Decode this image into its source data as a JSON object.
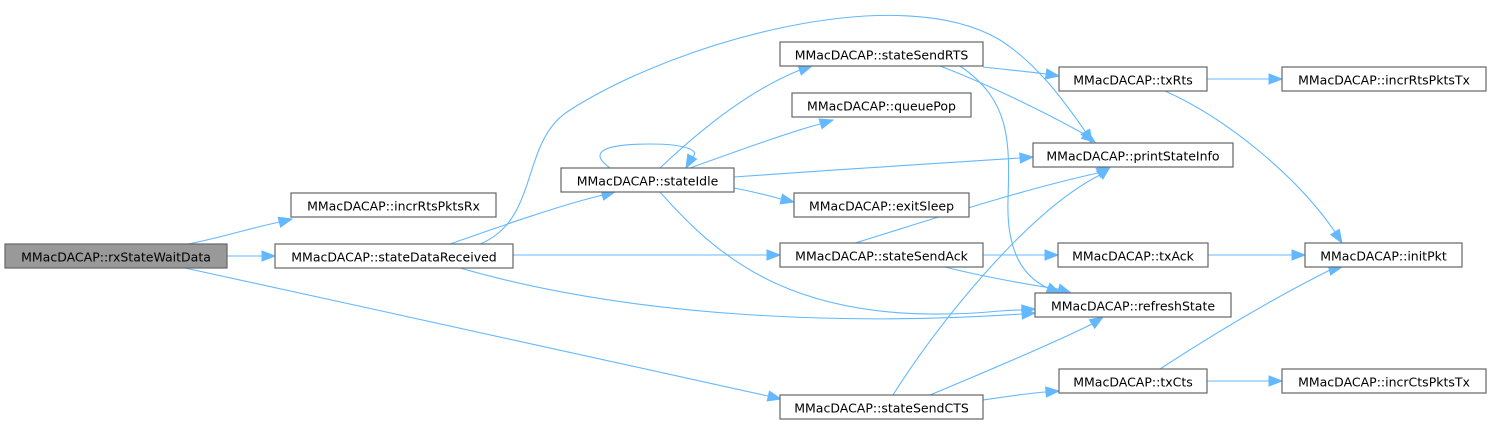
{
  "diagram": {
    "type": "call-graph",
    "edge_color": "#63b8ff",
    "root_fill": "#999999",
    "node_border": "#666666",
    "nodes": [
      {
        "id": "rxStateWaitData",
        "label": "MMacDACAP::rxStateWaitData",
        "root": true
      },
      {
        "id": "incrRtsPktsRx",
        "label": "MMacDACAP::incrRtsPktsRx"
      },
      {
        "id": "stateDataReceived",
        "label": "MMacDACAP::stateDataReceived"
      },
      {
        "id": "stateIdle",
        "label": "MMacDACAP::stateIdle"
      },
      {
        "id": "stateSendRTS",
        "label": "MMacDACAP::stateSendRTS"
      },
      {
        "id": "queuePop",
        "label": "MMacDACAP::queuePop"
      },
      {
        "id": "exitSleep",
        "label": "MMacDACAP::exitSleep"
      },
      {
        "id": "stateSendAck",
        "label": "MMacDACAP::stateSendAck"
      },
      {
        "id": "stateSendCTS",
        "label": "MMacDACAP::stateSendCTS"
      },
      {
        "id": "txRts",
        "label": "MMacDACAP::txRts"
      },
      {
        "id": "printStateInfo",
        "label": "MMacDACAP::printStateInfo"
      },
      {
        "id": "txAck",
        "label": "MMacDACAP::txAck"
      },
      {
        "id": "refreshState",
        "label": "MMacDACAP::refreshState"
      },
      {
        "id": "txCts",
        "label": "MMacDACAP::txCts"
      },
      {
        "id": "incrRtsPktsTx",
        "label": "MMacDACAP::incrRtsPktsTx"
      },
      {
        "id": "initPkt",
        "label": "MMacDACAP::initPkt"
      },
      {
        "id": "incrCtsPktsTx",
        "label": "MMacDACAP::incrCtsPktsTx"
      }
    ],
    "edges": [
      {
        "from": "rxStateWaitData",
        "to": "incrRtsPktsRx"
      },
      {
        "from": "rxStateWaitData",
        "to": "stateDataReceived"
      },
      {
        "from": "rxStateWaitData",
        "to": "stateSendCTS"
      },
      {
        "from": "stateDataReceived",
        "to": "stateIdle"
      },
      {
        "from": "stateDataReceived",
        "to": "printStateInfo"
      },
      {
        "from": "stateDataReceived",
        "to": "stateSendAck"
      },
      {
        "from": "stateDataReceived",
        "to": "refreshState"
      },
      {
        "from": "stateIdle",
        "to": "stateIdle"
      },
      {
        "from": "stateIdle",
        "to": "stateSendRTS"
      },
      {
        "from": "stateIdle",
        "to": "queuePop"
      },
      {
        "from": "stateIdle",
        "to": "printStateInfo"
      },
      {
        "from": "stateIdle",
        "to": "exitSleep"
      },
      {
        "from": "stateIdle",
        "to": "refreshState"
      },
      {
        "from": "stateSendRTS",
        "to": "txRts"
      },
      {
        "from": "stateSendRTS",
        "to": "printStateInfo"
      },
      {
        "from": "stateSendRTS",
        "to": "refreshState"
      },
      {
        "from": "txRts",
        "to": "incrRtsPktsTx"
      },
      {
        "from": "txRts",
        "to": "initPkt"
      },
      {
        "from": "stateSendAck",
        "to": "printStateInfo"
      },
      {
        "from": "stateSendAck",
        "to": "txAck"
      },
      {
        "from": "stateSendAck",
        "to": "refreshState"
      },
      {
        "from": "txAck",
        "to": "initPkt"
      },
      {
        "from": "stateSendCTS",
        "to": "printStateInfo"
      },
      {
        "from": "stateSendCTS",
        "to": "refreshState"
      },
      {
        "from": "stateSendCTS",
        "to": "txCts"
      },
      {
        "from": "txCts",
        "to": "initPkt"
      },
      {
        "from": "txCts",
        "to": "incrCtsPktsTx"
      }
    ]
  }
}
